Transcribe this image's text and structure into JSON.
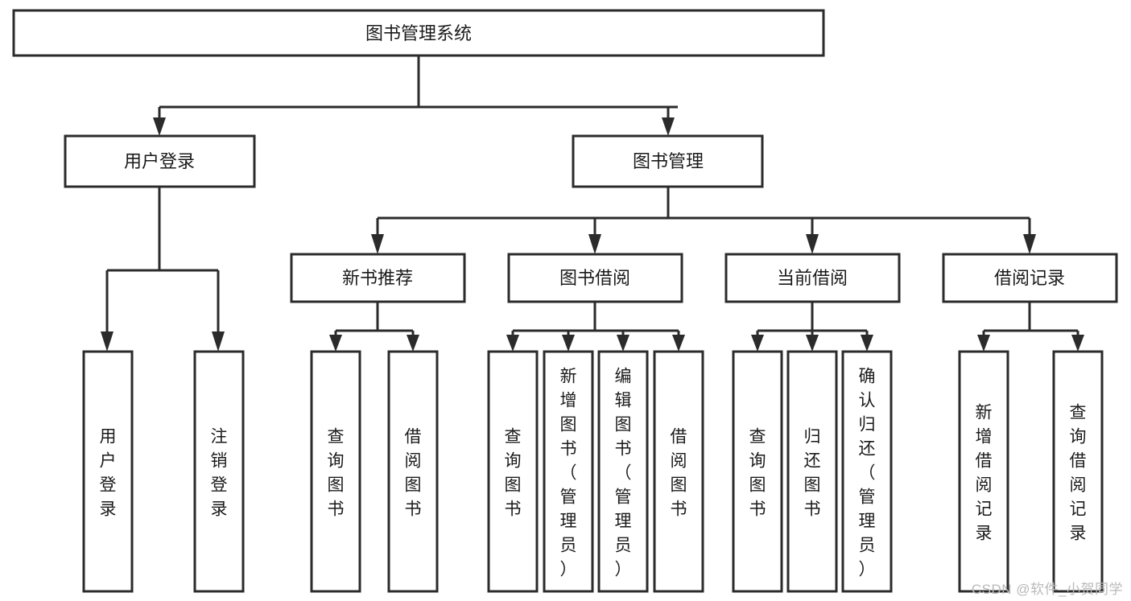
{
  "diagram": {
    "type": "tree-hierarchy",
    "title": "图书管理系统",
    "watermark": "CSDN @软件_小贺同学",
    "colors": {
      "stroke": "#2b2b2b",
      "fill": "#ffffff",
      "text": "#1a1a1a",
      "watermark": "#b9b9b9",
      "background": "#ffffff"
    },
    "levels": {
      "root": {
        "label": "图书管理系统"
      },
      "level2": [
        {
          "label": "用户登录"
        },
        {
          "label": "图书管理"
        }
      ],
      "level3": [
        {
          "label": "新书推荐"
        },
        {
          "label": "图书借阅"
        },
        {
          "label": "当前借阅"
        },
        {
          "label": "借阅记录"
        }
      ],
      "leaves": [
        {
          "label": "用户登录",
          "parent": "用户登录"
        },
        {
          "label": "注销登录",
          "parent": "用户登录"
        },
        {
          "label": "查询图书",
          "parent": "新书推荐"
        },
        {
          "label": "借阅图书",
          "parent": "新书推荐"
        },
        {
          "label": "查询图书",
          "parent": "图书借阅"
        },
        {
          "label": "新增图书（管理员）",
          "parent": "图书借阅"
        },
        {
          "label": "编辑图书（管理员）",
          "parent": "图书借阅"
        },
        {
          "label": "借阅图书",
          "parent": "图书借阅"
        },
        {
          "label": "查询图书",
          "parent": "当前借阅"
        },
        {
          "label": "归还图书",
          "parent": "当前借阅"
        },
        {
          "label": "确认归还（管理员）",
          "parent": "当前借阅"
        },
        {
          "label": "新增借阅记录",
          "parent": "借阅记录"
        },
        {
          "label": "查询借阅记录",
          "parent": "借阅记录"
        }
      ]
    },
    "nodes": {
      "root": "图书管理系统",
      "n_user_login": "用户登录",
      "n_book_mgmt": "图书管理",
      "n_new_book": "新书推荐",
      "n_book_borrow": "图书借阅",
      "n_current_borrow": "当前借阅",
      "n_borrow_record": "借阅记录",
      "leaf_user_login": "用户登录",
      "leaf_logout": "注销登录",
      "leaf_query_book_1": "查询图书",
      "leaf_borrow_book_1": "借阅图书",
      "leaf_query_book_2": "查询图书",
      "leaf_add_book": "新增图书（管理员）",
      "leaf_edit_book": "编辑图书（管理员）",
      "leaf_borrow_book_2": "借阅图书",
      "leaf_query_book_3": "查询图书",
      "leaf_return_book": "归还图书",
      "leaf_confirm_return": "确认归还（管理员）",
      "leaf_add_record": "新增借阅记录",
      "leaf_query_record": "查询借阅记录"
    }
  }
}
